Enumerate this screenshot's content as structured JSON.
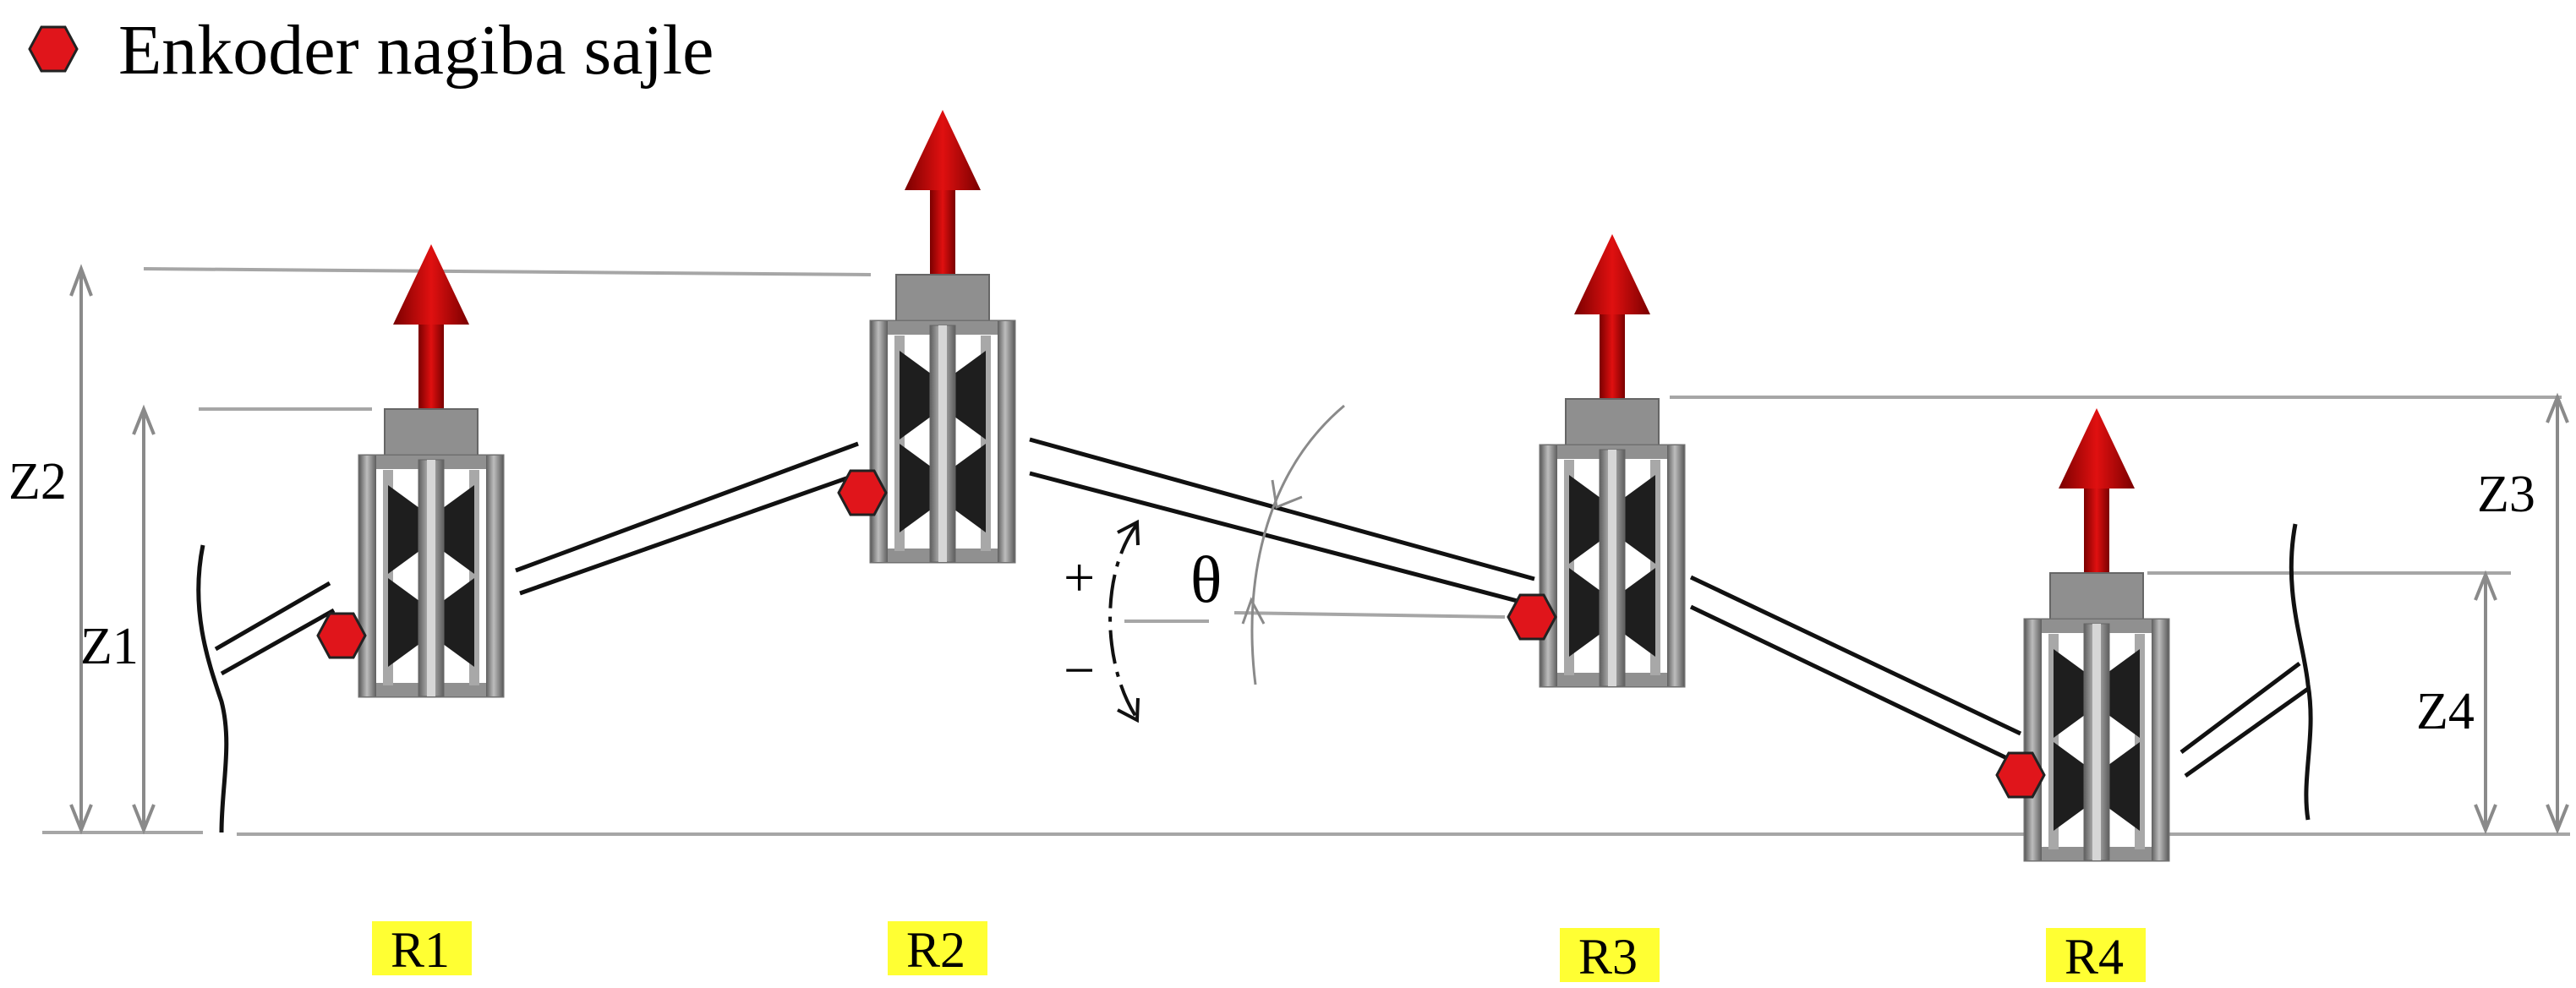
{
  "legend": {
    "label": "Enkoder nagiba sajle",
    "marker_color": "#e0151b"
  },
  "dimensions": {
    "z1": "Z1",
    "z2": "Z2",
    "z3": "Z3",
    "z4": "Z4"
  },
  "angle": {
    "theta": "θ",
    "plus": "+",
    "minus": "−"
  },
  "rollers": [
    {
      "label": "R1"
    },
    {
      "label": "R2"
    },
    {
      "label": "R3"
    },
    {
      "label": "R4"
    }
  ],
  "colors": {
    "arrow": "#c00000",
    "label_highlight": "#ffff33",
    "frame": "#8c8c8c",
    "pulley": "#1e1e1e",
    "dimension_line": "#999999"
  }
}
